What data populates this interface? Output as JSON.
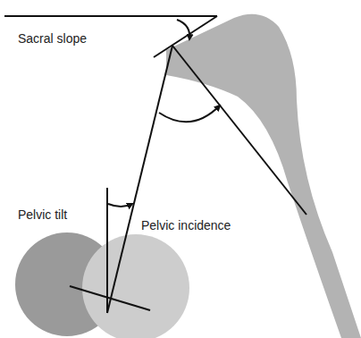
{
  "diagram": {
    "labels": [
      "Sacral slope",
      "Pelvic tilt",
      "Pelvic incidence"
    ]
  }
}
